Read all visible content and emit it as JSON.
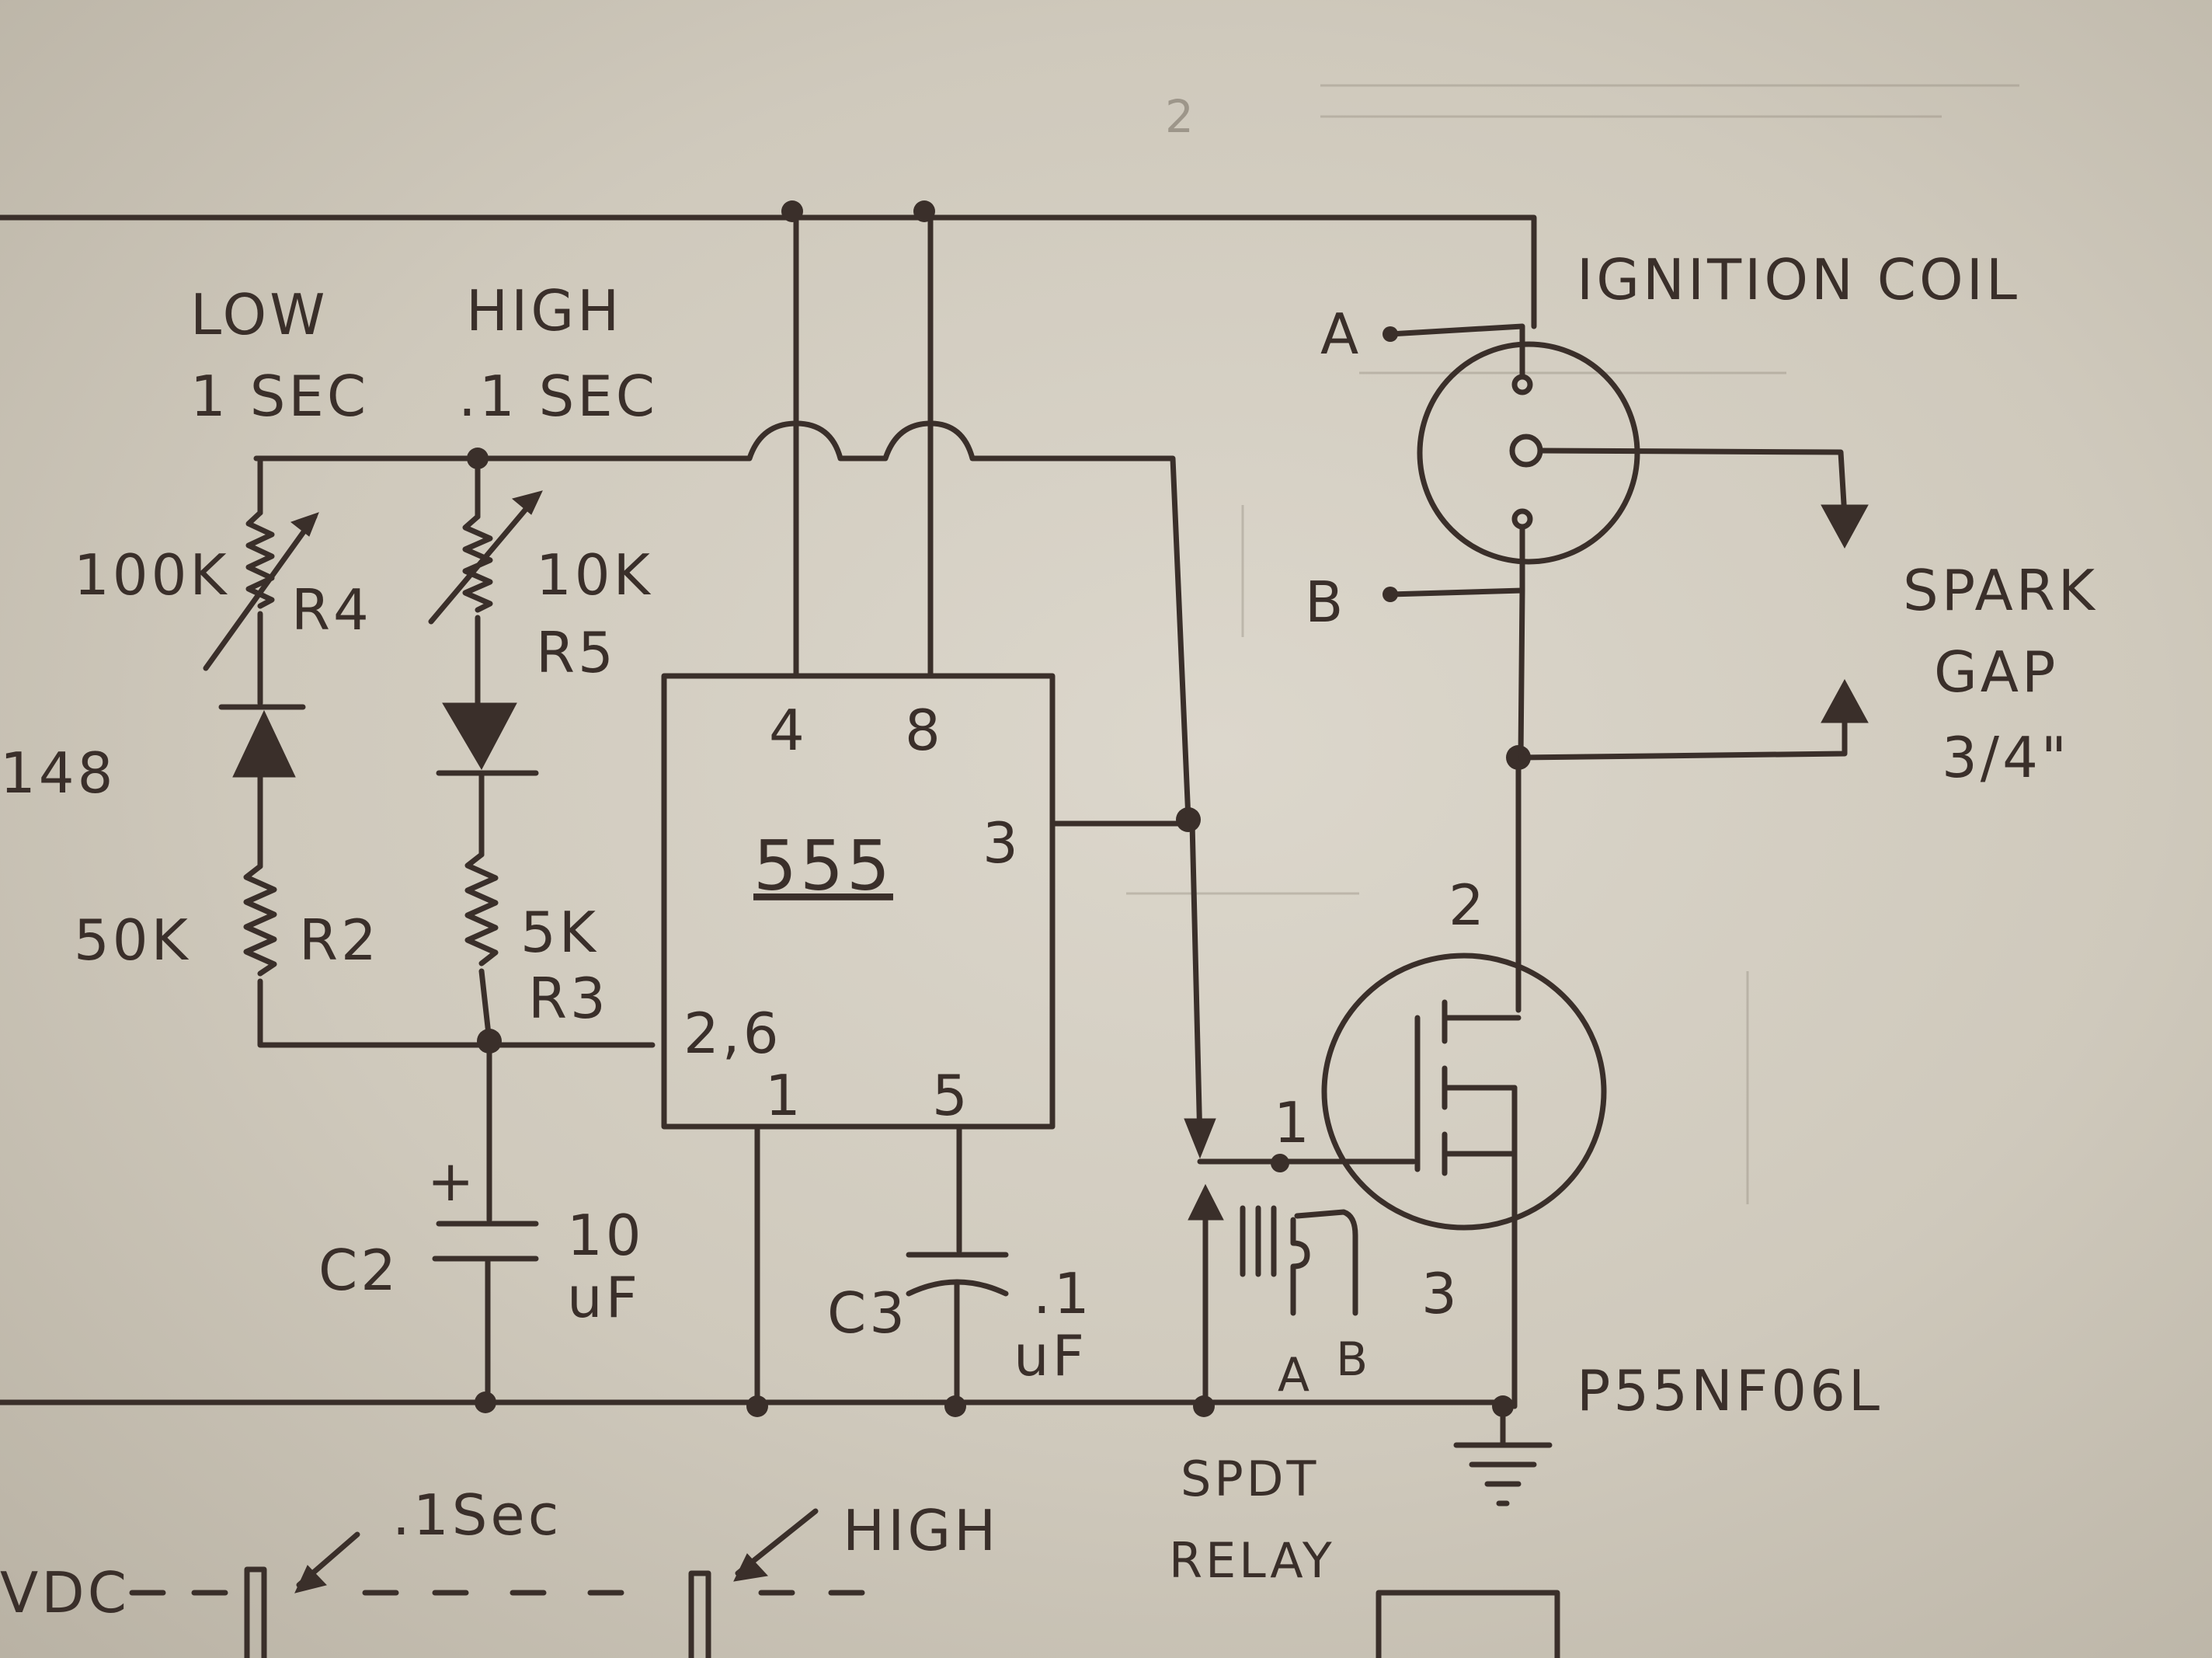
{
  "labels": {
    "ignition_coil": "IGNITION COIL",
    "low": "LOW",
    "low_time": "1 SEC",
    "high": "HIGH",
    "high_time": ".1 SEC",
    "r4_value": "100K",
    "r4_name": "R4",
    "r5_value": "10K",
    "r5_name": "R5",
    "diode_part": "148",
    "r2_value": "50K",
    "r2_name": "R2",
    "r3_value": "5K",
    "r3_name": "R3",
    "ic_name": "555",
    "pin_4": "4",
    "pin_8": "8",
    "pin_3": "3",
    "pin_26": "2,6",
    "pin_1": "1",
    "pin_5": "5",
    "c2_plus": "+",
    "c2_name": "C2",
    "c2_value_1": "10",
    "c2_value_2": "uF",
    "c3_name": "C3",
    "c3_value_1": ".1",
    "c3_value_2": "uF",
    "point_a": "A",
    "point_b": "B",
    "spark_1": "SPARK",
    "spark_2": "GAP",
    "spark_3": "3/4\"",
    "mosfet_pin_2": "2",
    "mosfet_pin_1": "1",
    "mosfet_pin_3": "3",
    "mosfet_part": "P55NF06L",
    "relay_a": "A",
    "relay_b": "B",
    "relay_1": "SPDT",
    "relay_2": "RELAY",
    "bottom_vdc": "VDC",
    "bottom_sec": ".1Sec",
    "bottom_high": "HIGH",
    "faint_top": "2"
  },
  "colors": {
    "ink": "#3a2f2a",
    "paper": "#d6d1c5"
  }
}
